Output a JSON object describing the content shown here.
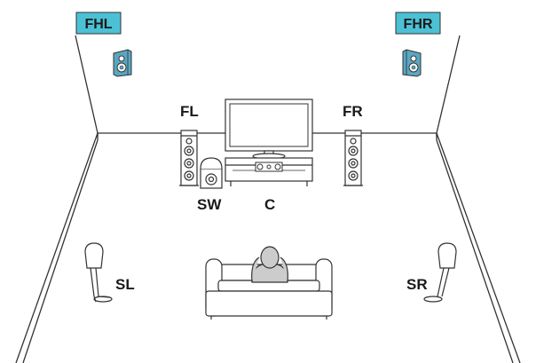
{
  "colors": {
    "tag_fill": "#4cc1d6",
    "speaker_blue": "#5aa7c2",
    "line": "#333333",
    "label": "#1a1a1a"
  },
  "speakers": {
    "front_height_left": {
      "label": "FHL",
      "icon": "bookshelf-speaker-icon"
    },
    "front_height_right": {
      "label": "FHR",
      "icon": "bookshelf-speaker-icon"
    },
    "front_left": {
      "label": "FL",
      "icon": "tower-speaker-icon"
    },
    "front_right": {
      "label": "FR",
      "icon": "tower-speaker-icon"
    },
    "subwoofer": {
      "label": "SW",
      "icon": "subwoofer-icon"
    },
    "center": {
      "label": "C",
      "icon": "center-speaker-icon"
    },
    "surround_left": {
      "label": "SL",
      "icon": "stand-speaker-icon"
    },
    "surround_right": {
      "label": "SR",
      "icon": "stand-speaker-icon"
    }
  },
  "room_items": {
    "tv": {
      "icon": "tv-icon"
    },
    "sofa": {
      "icon": "sofa-icon"
    },
    "listener": {
      "icon": "listener-icon"
    }
  }
}
